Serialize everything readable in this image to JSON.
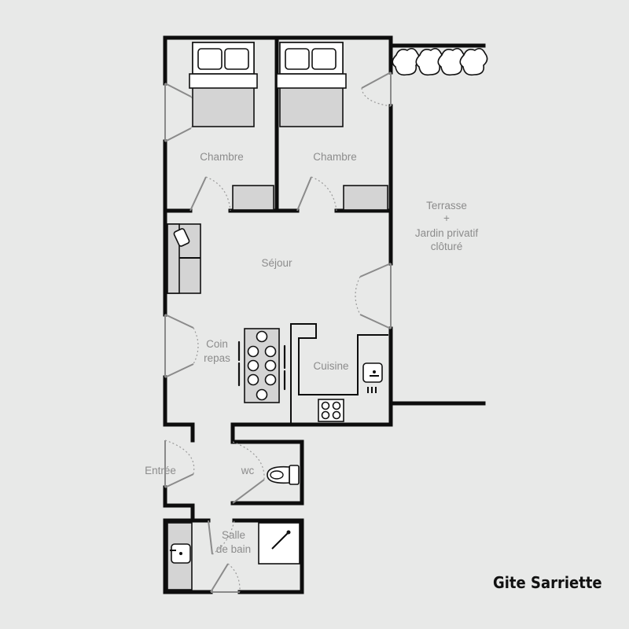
{
  "title": "Gite Sarriette",
  "rooms": {
    "chambre_1": "Chambre",
    "chambre_2": "Chambre",
    "terrasse_l1": "Terrasse",
    "terrasse_l2": "+",
    "terrasse_l3": "Jardin privatif",
    "terrasse_l4": "clôturé",
    "sejour": "Séjour",
    "coin_l1": "Coin",
    "coin_l2": "repas",
    "cuisine": "Cuisine",
    "entree": "Entrée",
    "wc": "wc",
    "salle_l1": "Salle",
    "salle_l2": "de bain"
  },
  "colors": {
    "background": "#e8e9e8",
    "wall": "#0d0d0d",
    "furniture": "#d4d4d4",
    "label": "#8c8c8c"
  },
  "icons": [
    "bed-icon",
    "sofa-icon",
    "dining-table-icon",
    "kitchen-sink-icon",
    "cooktop-icon",
    "toilet-icon",
    "shower-icon",
    "washbasin-icon",
    "hedge-icon"
  ]
}
